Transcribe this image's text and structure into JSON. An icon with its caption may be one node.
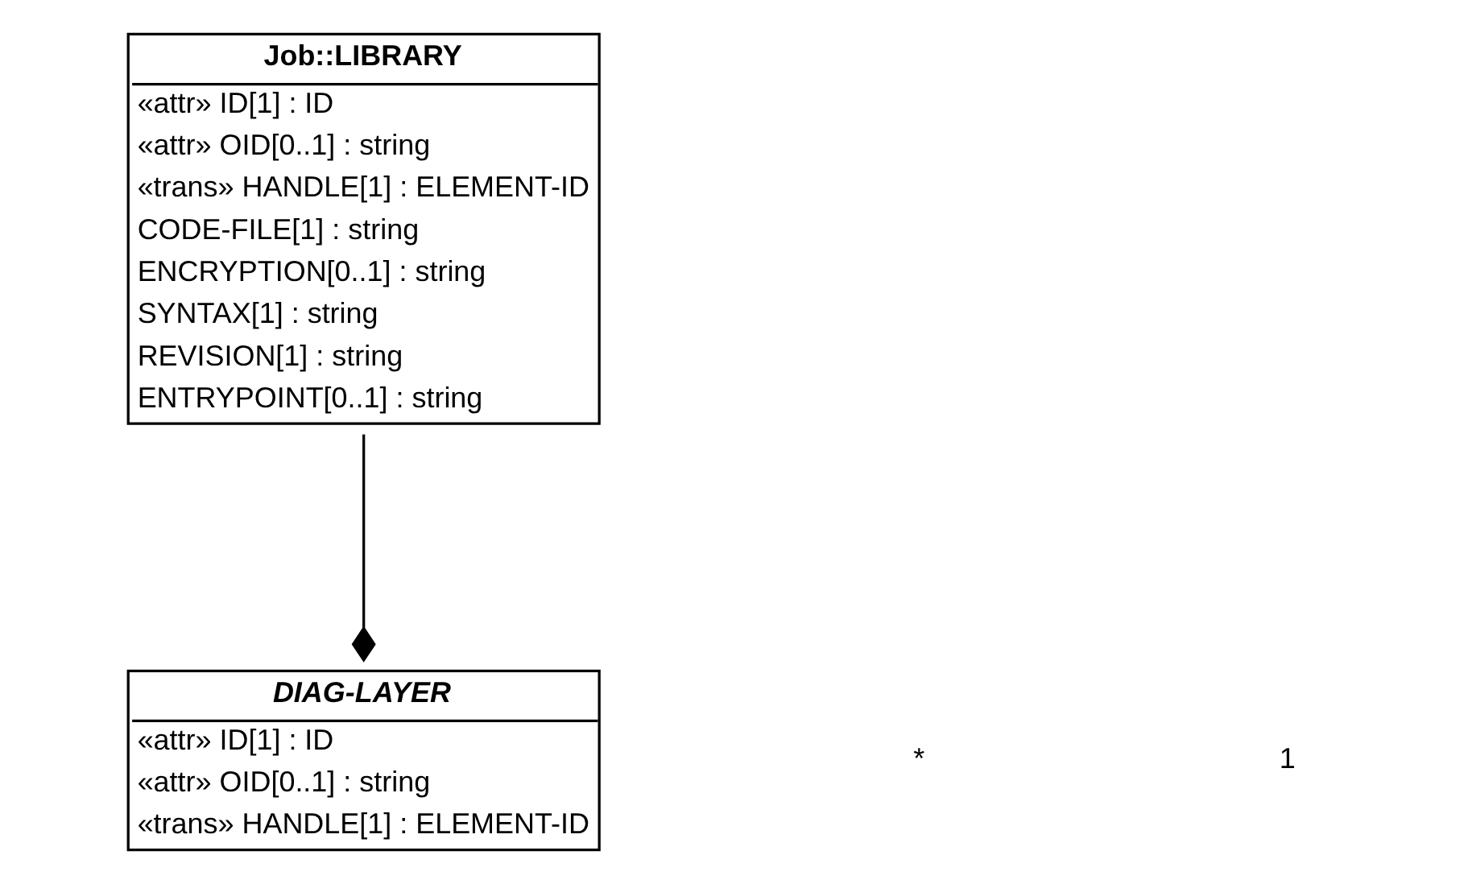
{
  "diagram": {
    "nodes": [
      {
        "text": [
          "Job::LIBRARY",
          "«attr» ID[1] : ID",
          "«attr» OID[0..1] : string",
          "«trans» HANDLE[1] : ELEMENT-ID",
          "CODE-FILE[1] : string",
          "ENCRYPTION[0..1] : string",
          "SYNTAX[1] : string",
          "REVISION[1] : string",
          "ENTRYPOINT[0..1] : string"
        ]
      },
      {
        "text": [
          "DIAG-LAYER",
          "«attr» ID[1] : ID",
          "«attr» OID[0..1] : string",
          "«trans» HANDLE[1] : ELEMENT-ID"
        ]
      }
    ],
    "edges": [
      {
        "from": 1,
        "to": 0,
        "arrow": "other"
      }
    ],
    "labels": [
      "*",
      "1"
    ]
  }
}
